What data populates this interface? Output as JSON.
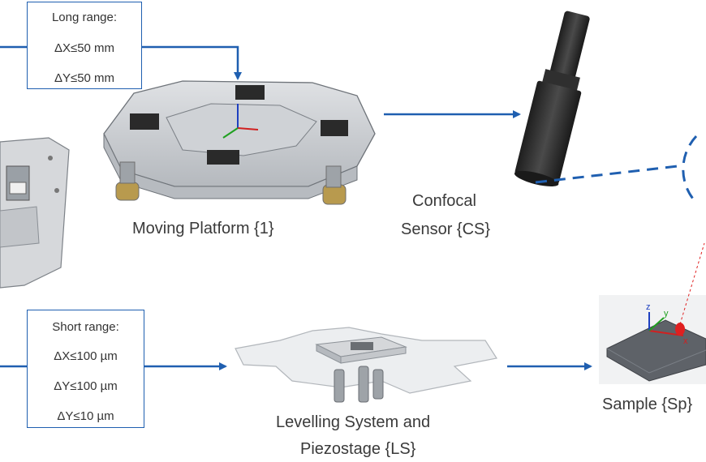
{
  "long_range": {
    "title": "Long range:",
    "dx": "ΔX≤50 mm",
    "dy": "ΔY≤50 mm"
  },
  "short_range": {
    "title": "Short range:",
    "dx": "ΔX≤100 µm",
    "dy": "ΔY≤100 µm",
    "dz": "ΔY≤10 µm"
  },
  "labels": {
    "moving_platform": "Moving Platform {1}",
    "confocal_line1": "Confocal",
    "confocal_line2": "Sensor {CS}",
    "levelling_line1": "Levelling System and",
    "levelling_line2": "Piezostage {LS}",
    "sample": "Sample {Sp}"
  },
  "axis_labels": {
    "x": "x",
    "y": "y",
    "z": "z"
  },
  "colors": {
    "arrow": "#1f5fb0",
    "metal": "#c9ccd0",
    "dark_sensor": "#2b2b2b",
    "sample": "#5c6066",
    "laser": "#e02020"
  }
}
